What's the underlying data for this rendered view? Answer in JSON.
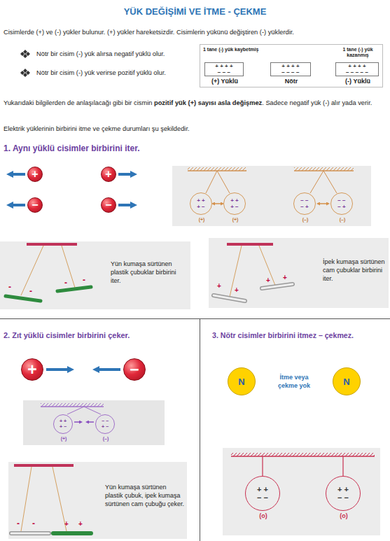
{
  "diagram": {
    "title": "YÜK DEĞİŞİMİ VE İTME - ÇEKME",
    "nodes": [
      {
        "text": [
          "1 tane (-) yük kaybetmiş",
          "1 tane (-) yük kazanmış"
        ]
      },
      {
        "text": [
          "+ + + +",
          "− − −",
          "(+) Yüklü"
        ],
        "in": 0
      },
      {
        "text": [
          "+ + + +",
          "− − − −",
          "Nötr"
        ],
        "in": 0
      },
      {
        "text": [
          "+ + + +",
          "− − − − −",
          "(-) Yüklü"
        ],
        "in": 0
      },
      {
        "text": [
          "+"
        ]
      },
      {
        "text": [
          "+"
        ]
      },
      {
        "text": [
          "−"
        ]
      },
      {
        "text": [
          "−"
        ]
      },
      {
        "text": [
          "+ +",
          "+ −",
          "(+)"
        ]
      },
      {
        "text": [
          "+ +",
          "+ −",
          "(+)"
        ]
      },
      {
        "text": [
          "− −",
          "− +",
          "(–)"
        ]
      },
      {
        "text": [
          "− −",
          "− +",
          "(–)"
        ]
      },
      {
        "text": [
          "Yün kumaşa sürtünen plastik çubuklar birbirini iter."
        ]
      },
      {
        "text": [
          "İpek kumaşa sürtünen cam çubuklar birbirini iter."
        ]
      },
      {
        "text": [
          "+"
        ]
      },
      {
        "text": [
          "−"
        ]
      },
      {
        "text": [
          "+ +",
          "+ −",
          "(+)"
        ]
      },
      {
        "text": [
          "− −",
          "+ −",
          "(–)"
        ]
      },
      {
        "text": [
          "Yün kumaşa sürtünen plastik çubuk, ipek kumaşa sürtünen cam çubuğu çeker."
        ]
      },
      {
        "text": [
          "N"
        ]
      },
      {
        "text": [
          "N"
        ]
      },
      {
        "text": [
          "+ +",
          "− −",
          "(o)"
        ]
      },
      {
        "text": [
          "+ +",
          "− −",
          "(o)"
        ]
      }
    ],
    "labels": [
      "Cisimlerde (+) ve (-) yükler bulunur. (+) yükler hareketsizdir. Cisimlerin yükünü değiştiren (-) yüklerdir.",
      "Nötr bir cisim (-) yük alırsa negatif yüklü olur.",
      "Nötr bir cisim (-) yük verirse pozitif yüklü olur.",
      "Yukarıdaki bilgilerden de anlaşılacağı gibi bir cismin",
      "pozitif yük (+) sayısı asla değişmez",
      ". Sadece negatif yük (-) alır yada verir.",
      "Elektrik yüklerinin birbirini itme ve çekme durumları şu şekildedir.",
      "1. Aynı yüklü cisimler birbirini iter.",
      "-",
      "-",
      "-",
      "-",
      "+",
      "+",
      "+",
      "+",
      "2. Zıt yüklü cisimler birbirini çeker.",
      "3. Nötr cisimler birbirini itmez – çekmez.",
      "İtme veya çekme yok",
      "-",
      "-",
      "+",
      "+"
    ]
  }
}
